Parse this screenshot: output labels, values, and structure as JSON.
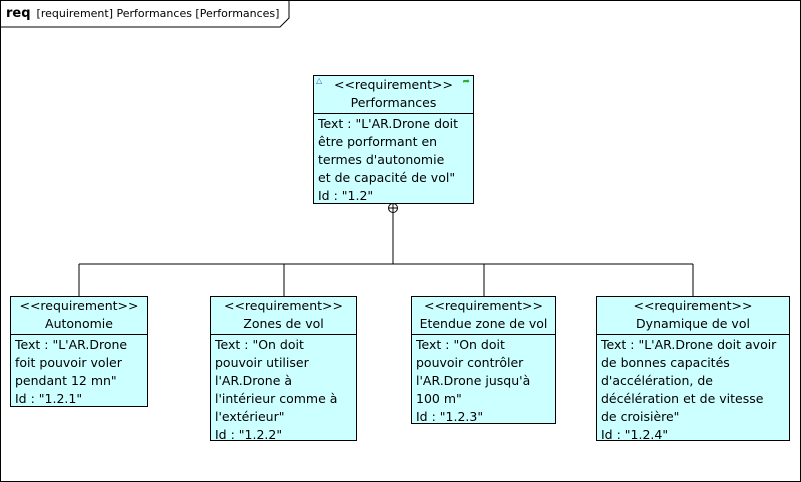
{
  "frame": {
    "keyword": "req",
    "title": "[requirement] Performances [Performances]"
  },
  "requirements": {
    "root": {
      "stereotype": "<<requirement>>",
      "name": "Performances",
      "text_lines": [
        "Text : \"L'AR.Drone doit",
        "être porformant en",
        "termes d'autonomie",
        "et de capacité de vol\""
      ],
      "id_line": "Id :  \"1.2\""
    },
    "autonomie": {
      "stereotype": "<<requirement>>",
      "name": "Autonomie",
      "text_lines": [
        "Text : \"L'AR.Drone",
        "foit pouvoir voler",
        "pendant 12 mn\""
      ],
      "id_line": "Id :  \"1.2.1\""
    },
    "zones": {
      "stereotype": "<<requirement>>",
      "name": "Zones de vol",
      "text_lines": [
        "Text : \"On doit",
        "pouvoir utiliser",
        "l'AR.Drone à",
        "l'intérieur comme à",
        "l'extérieur\""
      ],
      "id_line": "Id :  \"1.2.2\""
    },
    "etendue": {
      "stereotype": "<<requirement>>",
      "name": "Etendue zone de vol",
      "text_lines": [
        "Text : \"On doit",
        "pouvoir contrôler",
        "l'AR.Drone jusqu'à",
        "100 m\""
      ],
      "id_line": "Id :  \"1.2.3\""
    },
    "dynamique": {
      "stereotype": "<<requirement>>",
      "name": "Dynamique de vol",
      "text_lines": [
        "Text : \"L'AR.Drone doit avoir",
        "de bonnes capacités",
        "d'accélération, de",
        "décélération et de vitesse",
        "de croisière\""
      ],
      "id_line": "Id :  \"1.2.4\""
    }
  }
}
